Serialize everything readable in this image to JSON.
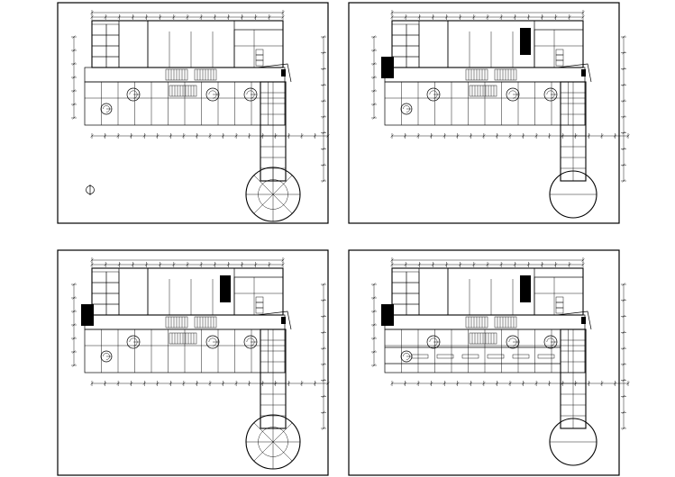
{
  "sheet": {
    "background": "#ffffff",
    "line_color": "#000000"
  },
  "panels": [
    {
      "id": "plan-top-left",
      "has_north_arrow": true,
      "variant": "ground"
    },
    {
      "id": "plan-top-right",
      "has_north_arrow": false,
      "variant": "upper"
    },
    {
      "id": "plan-bottom-left",
      "has_north_arrow": false,
      "variant": "ground2"
    },
    {
      "id": "plan-bottom-right",
      "has_north_arrow": false,
      "variant": "roof"
    }
  ]
}
